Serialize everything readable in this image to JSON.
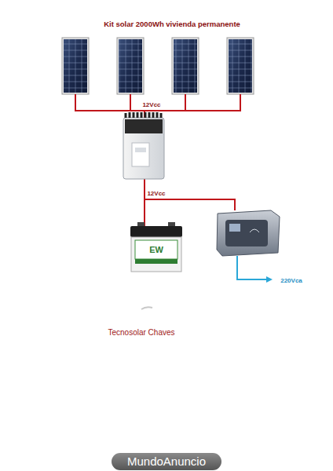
{
  "diagram": {
    "title": "Kit solar 2000Wh vivienda permanente",
    "nodes": [
      {
        "text": [
          "MundoAnuncio"
        ]
      }
    ],
    "labels": [
      "12Vcc",
      "12Vcc",
      "220Vca",
      "EW",
      "Tecnosolar Chaves"
    ]
  }
}
